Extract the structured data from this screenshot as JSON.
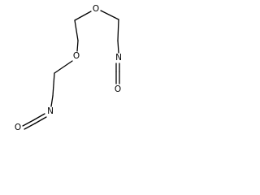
{
  "structure": {
    "atoms": [
      {
        "id": "o_top",
        "label": "O"
      },
      {
        "id": "o_mid",
        "label": "O"
      },
      {
        "id": "n_right",
        "label": "N"
      },
      {
        "id": "o_right",
        "label": "O"
      },
      {
        "id": "n_left",
        "label": "N"
      },
      {
        "id": "o_left",
        "label": "O"
      }
    ]
  }
}
